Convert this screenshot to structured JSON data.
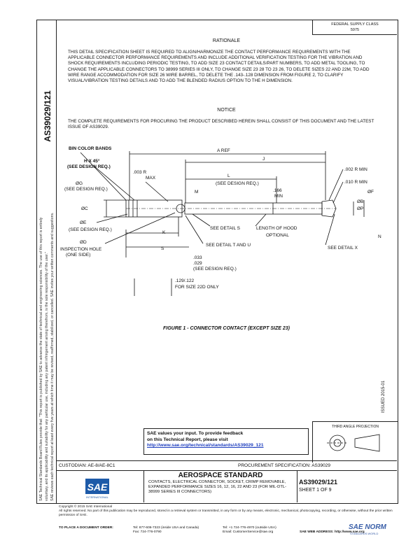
{
  "header": {
    "federal_supply_code": "FEDERAL SUPPLY CLASS\n5975"
  },
  "side": {
    "doc_id": "AS39029/121",
    "vertical_note_1": "SAE Technical Standards Board Rules provide that: \"This report is published by SAE to advance the state of technical and engineering sciences. The use of this report is entirely",
    "vertical_note_2": "voluntary, and its applicability and suitability for any particular use, including any patent infringement arising therefrom, is the sole responsibility of the user.\"",
    "vertical_note_3": "SAE reviews each technical report at least every five years at which time it may be revised, reaffirmed, stabilized, or cancelled. SAE invites your written comments and suggestions."
  },
  "rationale": {
    "title": "RATIONALE",
    "text": "THIS DETAIL SPECIFICATION SHEET IS REQUIRED TO ALIGN/HARMONIZE THE CONTACT PERFORMANCE REQUIREMENTS WITH THE APPLICABLE CONNECTOR PERFORMANCE REQUIREMENTS AND INCLUDE ADDITIONAL VERIFICATION TESTING FOR THE VIBRATION AND SHOCK REQUIREMENTS INCLUDING PERIODIC TESTING, TO ADD SIZE 23 CONTACT DETAILS/PART NUMBERS, TO ADD METAL TOOLING, TO CHANGE THE APPLICABLE CONNECTORS TO 38999 SERIES III ONLY, TO CHANGE SIZE 23 28 TO 23 26, TO DELETE SIZES 22 AND 22M, TO ADD WIRE RANGE ACCOMMODATION FOR SIZE 26 WIRE BARREL, TO DELETE THE .143-.128 DIMENSION FROM FIGURE 2, TO CLARIFY VISUAL/VIBRATION TESTING DETAILS AND TO ADD THE BLENDED RADIUS OPTION TO THE H DIMENSION."
  },
  "notice": {
    "title": "NOTICE",
    "text": "THE COMPLETE REQUIREMENTS FOR PROCURING THE PRODUCT DESCRIBED HEREIN SHALL CONSIST OF THIS DOCUMENT AND THE LATEST ISSUE OF AS39029."
  },
  "figure": {
    "caption": "FIGURE 1 - CONNECTOR CONTACT (EXCEPT SIZE 23)",
    "labels": {
      "bin_color_bands": "BIN COLOR BANDS",
      "h_x45": "H X 45°",
      "see_design_req": "(SEE DESIGN REQ.)",
      "r003": ".003  R",
      "max": "MAX",
      "a_ref": "A  REF",
      "j": "J",
      "l": "L",
      "l_sub": "(SEE DESIGN REQ.)",
      "r002": ".002  R  MIN",
      "r010": ".010  R  MIN",
      "min166": ".166",
      "min_lbl": "MIN",
      "g": "ØG",
      "g_sub": "(SEE DESIGN REQ.)",
      "m": "M",
      "c": "ØC",
      "b": "ØB",
      "f": "ØF",
      "p": "ØP",
      "e": "ØE",
      "e_sub": "(SEE DESIGN REQ.)",
      "k": "K",
      "see_detail_s": "SEE DETAIL  S",
      "length_hood": "LENGTH OF HOOD",
      "optional": "OPTIONAL",
      "n": "N",
      "d": "ØD",
      "inspection_hole": "INSPECTION HOLE",
      "one_side": "(ONE SIDE)",
      "s": "S",
      "see_detail_tu": "SEE DETAIL  T AND  U",
      "see_detail_x": "SEE DETAIL  X",
      "d033": ".033",
      "d029": ".029",
      "d029_sub": "(SEE DESIGN REQ.)",
      "d129": ".129/.122",
      "size22d": "FOR SIZE 22D ONLY"
    }
  },
  "issued": "ISSUED 2015-01",
  "feedback": {
    "line1": "SAE values your input. To provide feedback",
    "line2": "on this Technical Report, please visit",
    "link": "http://www.sae.org/technical/standards/AS39029_121"
  },
  "third_angle": "THIRD ANGLE PROJECTION",
  "bottom": {
    "custodian": "CUSTODIAN:   AE-8/AE-8C1",
    "procurement": "PROCUREMENT SPECIFICATION: AS39029",
    "aero": "AEROSPACE STANDARD",
    "subtitle": "CONTACTS, ELECTRICAL CONNECTOR, SOCKET, CRIMP REMOVABLE, EXPANDED PERFORMANCE SIZES 16, 12, 16, 22 AND 23 (FOR MIL-DTL-38999 SERIES III CONNECTORS)",
    "doc_number": "AS39029/121",
    "sheet": "SHEET 1 OF 9",
    "logo_text": "SAE",
    "logo_sub": "INTERNATIONAL"
  },
  "footer": {
    "copyright": "Copyright © 2015 SAE International",
    "rights": "All rights reserved. No part of this publication may be reproduced, stored in a retrieval system or transmitted, in any form or by any means, electronic, mechanical, photocopying, recording, or otherwise, without the prior written permission of SAE.",
    "order": "TO PLACE A DOCUMENT ORDER:",
    "tel1": "Tel: 877-606-7323 (inside USA and Canada)",
    "fax": "Fax: 724-776-0790",
    "tel2": "Tel: +1 724-776-4970 (outside USA)",
    "email": "Email: CustomerService@sae.org",
    "web": "SAE WEB ADDRESS: http://www.sae.org"
  },
  "watermark": {
    "text": "SAE NORM",
    "sub": "STANDARDS.WORLD"
  }
}
